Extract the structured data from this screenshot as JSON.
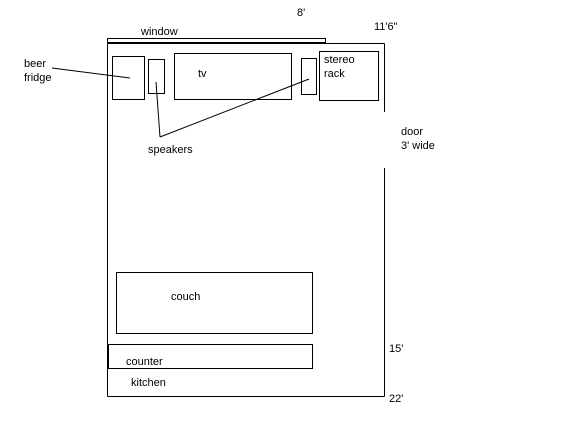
{
  "diagram": {
    "labels": {
      "window": "window",
      "dim_top": "8'",
      "dim_top_right": "11'6\"",
      "beer_fridge_line1": "beer",
      "beer_fridge_line2": "fridge",
      "tv": "tv",
      "stereo_line1": "stereo",
      "stereo_line2": "rack",
      "speakers": "speakers",
      "door_line1": "door",
      "door_line2": "3' wide",
      "couch": "couch",
      "counter": "counter",
      "kitchen": "kitchen",
      "dim_15": "15'",
      "dim_22": "22'"
    }
  }
}
